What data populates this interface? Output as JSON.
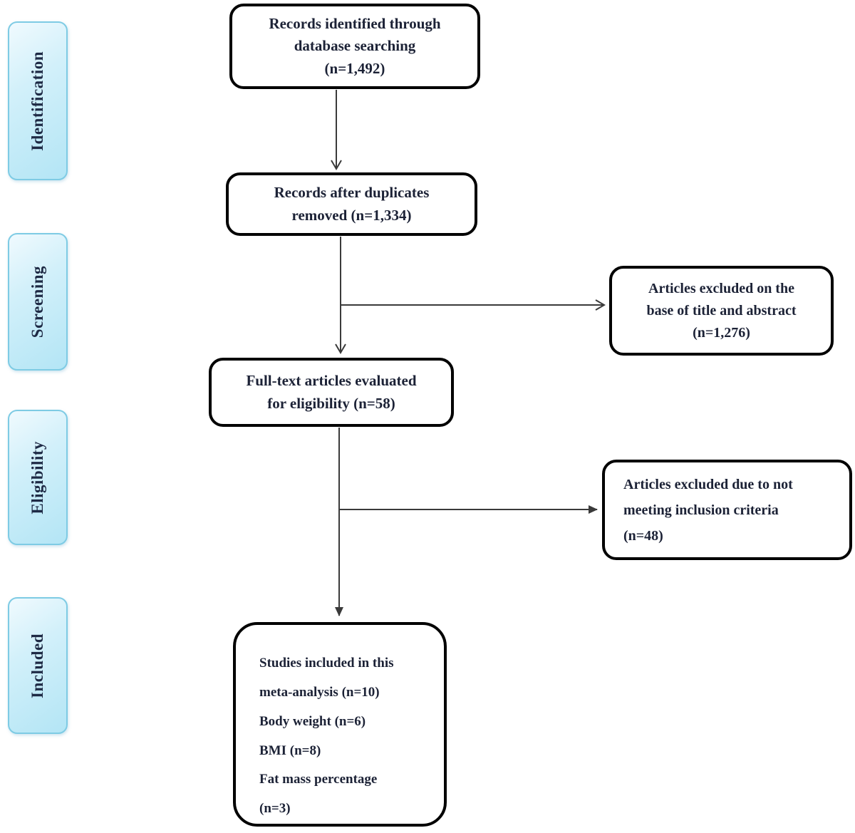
{
  "diagram": {
    "colors": {
      "stage_fill": "#c5ecf8",
      "stage_fill_light": "#f0fafe",
      "stage_border": "#7ecbe4",
      "box_border": "#000000",
      "text": "#1c2236",
      "arrow": "#3a3a3a"
    },
    "stages": [
      {
        "label": "Identification"
      },
      {
        "label": "Screening"
      },
      {
        "label": "Eligibility"
      },
      {
        "label": "Included"
      }
    ],
    "boxes": {
      "identified": {
        "text": "Records identified through\ndatabase searching\n(n=1,492)"
      },
      "deduplicated": {
        "text": "Records after duplicates\nremoved (n=1,334)"
      },
      "excluded_title_abstract": {
        "text": "Articles excluded on the\nbase of title and abstract\n(n=1,276)"
      },
      "fulltext": {
        "text": "Full-text articles evaluated\nfor eligibility (n=58)"
      },
      "excluded_criteria": {
        "text": "Articles excluded due to not\nmeeting inclusion criteria\n(n=48)"
      },
      "included_studies": {
        "text": "Studies included in this\nmeta-analysis (n=10)\nBody weight (n=6)\nBMI (n=8)\nFat mass percentage\n(n=3)"
      }
    },
    "counts": {
      "identified": 1492,
      "after_duplicates": 1334,
      "excluded_title_abstract": 1276,
      "fulltext_assessed": 58,
      "excluded_criteria": 48,
      "included_total": 10,
      "body_weight": 6,
      "bmi": 8,
      "fat_mass_percentage": 3
    }
  }
}
